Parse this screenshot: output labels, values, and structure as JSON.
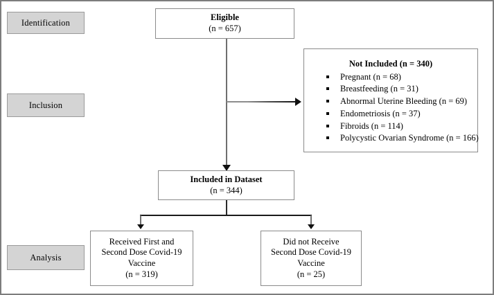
{
  "figure": {
    "type": "prisma-flow-diagram",
    "colors": {
      "stage_label_fill": "#d4d4d4",
      "stage_label_border": "#9a9a9a",
      "box_border": "#8a8a8a",
      "connector_gray": "#6e6e6e",
      "connector_dark": "#111111",
      "page_border": "#7d7d7d",
      "background": "#ffffff"
    }
  },
  "stages": [
    {
      "id": "identification",
      "label": "Identification"
    },
    {
      "id": "inclusion",
      "label": "Inclusion"
    },
    {
      "id": "analysis",
      "label": "Analysis"
    }
  ],
  "boxes": {
    "eligible": {
      "title": "Eligible",
      "count_line": "(n = 657)",
      "n": 657
    },
    "not_included": {
      "heading": "Not Included (n = 340)",
      "n": 340,
      "items": [
        {
          "label": "Pregnant (n = 68)",
          "name": "Pregnant",
          "n": 68
        },
        {
          "label": "Breastfeeding (n = 31)",
          "name": "Breastfeeding",
          "n": 31
        },
        {
          "label": "Abnormal Uterine Bleeding (n = 69)",
          "name": "Abnormal Uterine Bleeding",
          "n": 69
        },
        {
          "label": "Endometriosis (n = 37)",
          "name": "Endometriosis",
          "n": 37
        },
        {
          "label": "Fibroids (n = 114)",
          "name": "Fibroids",
          "n": 114
        },
        {
          "label": "Polycystic Ovarian Syndrome (n = 166)",
          "name": "Polycystic Ovarian Syndrome",
          "n": 166
        }
      ]
    },
    "included": {
      "title": "Included in Dataset",
      "count_line": "(n = 344)",
      "n": 344
    },
    "received_vaccine": {
      "line1": "Received First and",
      "line2": "Second Dose Covid-19",
      "line3": "Vaccine",
      "count_line": "(n = 319)",
      "n": 319
    },
    "not_received_vaccine": {
      "line1": "Did not Receive",
      "line2": "Second Dose Covid-19",
      "line3": "Vaccine",
      "count_line": "(n = 25)",
      "n": 25
    }
  },
  "connectors": [
    {
      "id": "eligible-to-included",
      "from": "eligible",
      "to": "included",
      "direction": "down"
    },
    {
      "id": "eligible-to-not-included",
      "from": "eligible",
      "to": "not_included",
      "direction": "right"
    },
    {
      "id": "included-to-received",
      "from": "included",
      "to": "received_vaccine",
      "direction": "down-left"
    },
    {
      "id": "included-to-not-received",
      "from": "included",
      "to": "not_received_vaccine",
      "direction": "down-right"
    }
  ]
}
